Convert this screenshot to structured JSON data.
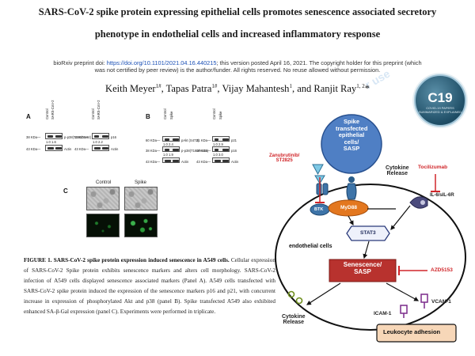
{
  "title": {
    "line1": "SARS-CoV-2 spike protein expressing epithelial cells promotes senescence associated secretory",
    "line2": "phenotype in endothelial cells and increased inflammatory response"
  },
  "preprint": {
    "prefix": "bioRxiv preprint doi: ",
    "doi": "https://doi.org/10.1101/2021.04.16.440215",
    "suffix": "; this version posted April 16, 2021. The copyright holder for this preprint (which",
    "line2": "was not certified by peer review) is the author/funder. All rights reserved. No reuse allowed without permission."
  },
  "authors": {
    "a1": "Keith Meyer",
    "a1_sup": "1#",
    "a2": "Tapas Patra",
    "a2_sup": "1#",
    "a3": "Vijay Mahantesh",
    "a3_sup": "1",
    "a4": "Ranjit Ray",
    "a4_sup": "1, 2",
    "sep": ", ",
    "and": ", and ",
    "star": "*"
  },
  "badge": {
    "main": "C19",
    "sub1": "COVID-19 PAPERS",
    "sub2": "SUMMARIZED & EXPLAINED"
  },
  "figure": {
    "panel_a": {
      "label": "A",
      "lanes": [
        "Control",
        "SARS-CoV-2"
      ],
      "lanes2": [
        "Control",
        "SARS-CoV-2"
      ],
      "mw1": "38 KDa—",
      "mw2": "43 KDa—",
      "mw3": "16 KDa—",
      "mw4": "43 KDa—",
      "vals1": "1.0  1.6",
      "vals2": "1.0  2.2",
      "p38": "p-p38(T180/Y182)",
      "actin": "Actin",
      "p16": "p16",
      "actin2": "Actin"
    },
    "panel_b": {
      "label": "B",
      "lanes": [
        "Control",
        "Spike"
      ],
      "lanes2": [
        "Control",
        "Spike"
      ],
      "mw1": "60 KDa—",
      "mw2": "38 KDa—",
      "mw3": "43 KDa—",
      "mw4": "21 KDa—",
      "mw5": "16 KDa—",
      "mw6": "43 KDa—",
      "vals1": "1.0  2.4",
      "vals2": "1.0  1.9",
      "vals3": "1.0  2.9",
      "vals4": "1.0  3.0",
      "pakt": "pAkt (S473)",
      "pp38": "p-p38(T180/Y182)",
      "actin": "Actin",
      "p21": "p21",
      "p16": "p16",
      "actin2": "Actin"
    },
    "panel_c": {
      "label": "C",
      "col1": "Control",
      "col2": "Spike"
    },
    "caption": {
      "bold": "FIGURE 1. SARS-CoV-2 spike protein expression induced senescence in A549 cells.",
      "body": " Cellular expression of SARS-CoV-2 Spike protein exhibits senescence markers and alters cell morphology. SARS-CoV-2 infection of A549 cells displayed senescence associated markers (Panel A). A549 cells transfected with SARS-CoV-2 spike protein induced the expression of the senescence markers p16 and p21, with concurrent increase in expression of phosphorylated Akt and p38 (panel B). Spike transfected A549 also exhibited enhanced SA-β-Gal expression (panel C). Experiments were performed in triplicate."
    }
  },
  "diagram": {
    "spike_cells": [
      "Spike",
      "transfected",
      "epithelial",
      "cells/",
      "SASP"
    ],
    "cytokine_release_top": [
      "Cytokine",
      "Release"
    ],
    "zanubrutinib": [
      "Zanubrutinib/",
      "ST2825"
    ],
    "tocilizumab": "Tocilizumab",
    "il6": "IL-6/sIL-6R",
    "btk": "BTK",
    "myd88": "MyD88",
    "stat3": "STAT3",
    "endothelial": "endothelial cells",
    "senescence": [
      "Senescence/",
      "SASP"
    ],
    "azd": "AZD5153",
    "cytokine_release_bottom": [
      "Cytokine",
      "Release"
    ],
    "vcam": "VCAM-1",
    "icam": "ICAM-1",
    "leukocyte": "Leukocyte adhesion"
  },
  "watermark": "r use"
}
